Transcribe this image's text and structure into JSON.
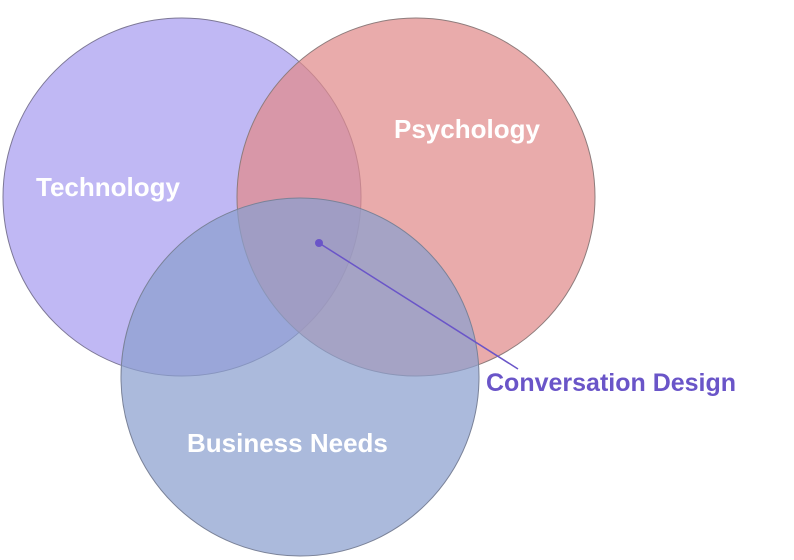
{
  "diagram": {
    "type": "venn",
    "sets": [
      {
        "id": "technology",
        "label": "Technology",
        "color": "#a89cf0"
      },
      {
        "id": "psychology",
        "label": "Psychology",
        "color": "#e08a8a"
      },
      {
        "id": "business",
        "label": "Business Needs",
        "color": "#8b9fce"
      }
    ],
    "intersection": {
      "label": "Conversation Design",
      "color": "#6a55c8"
    }
  }
}
